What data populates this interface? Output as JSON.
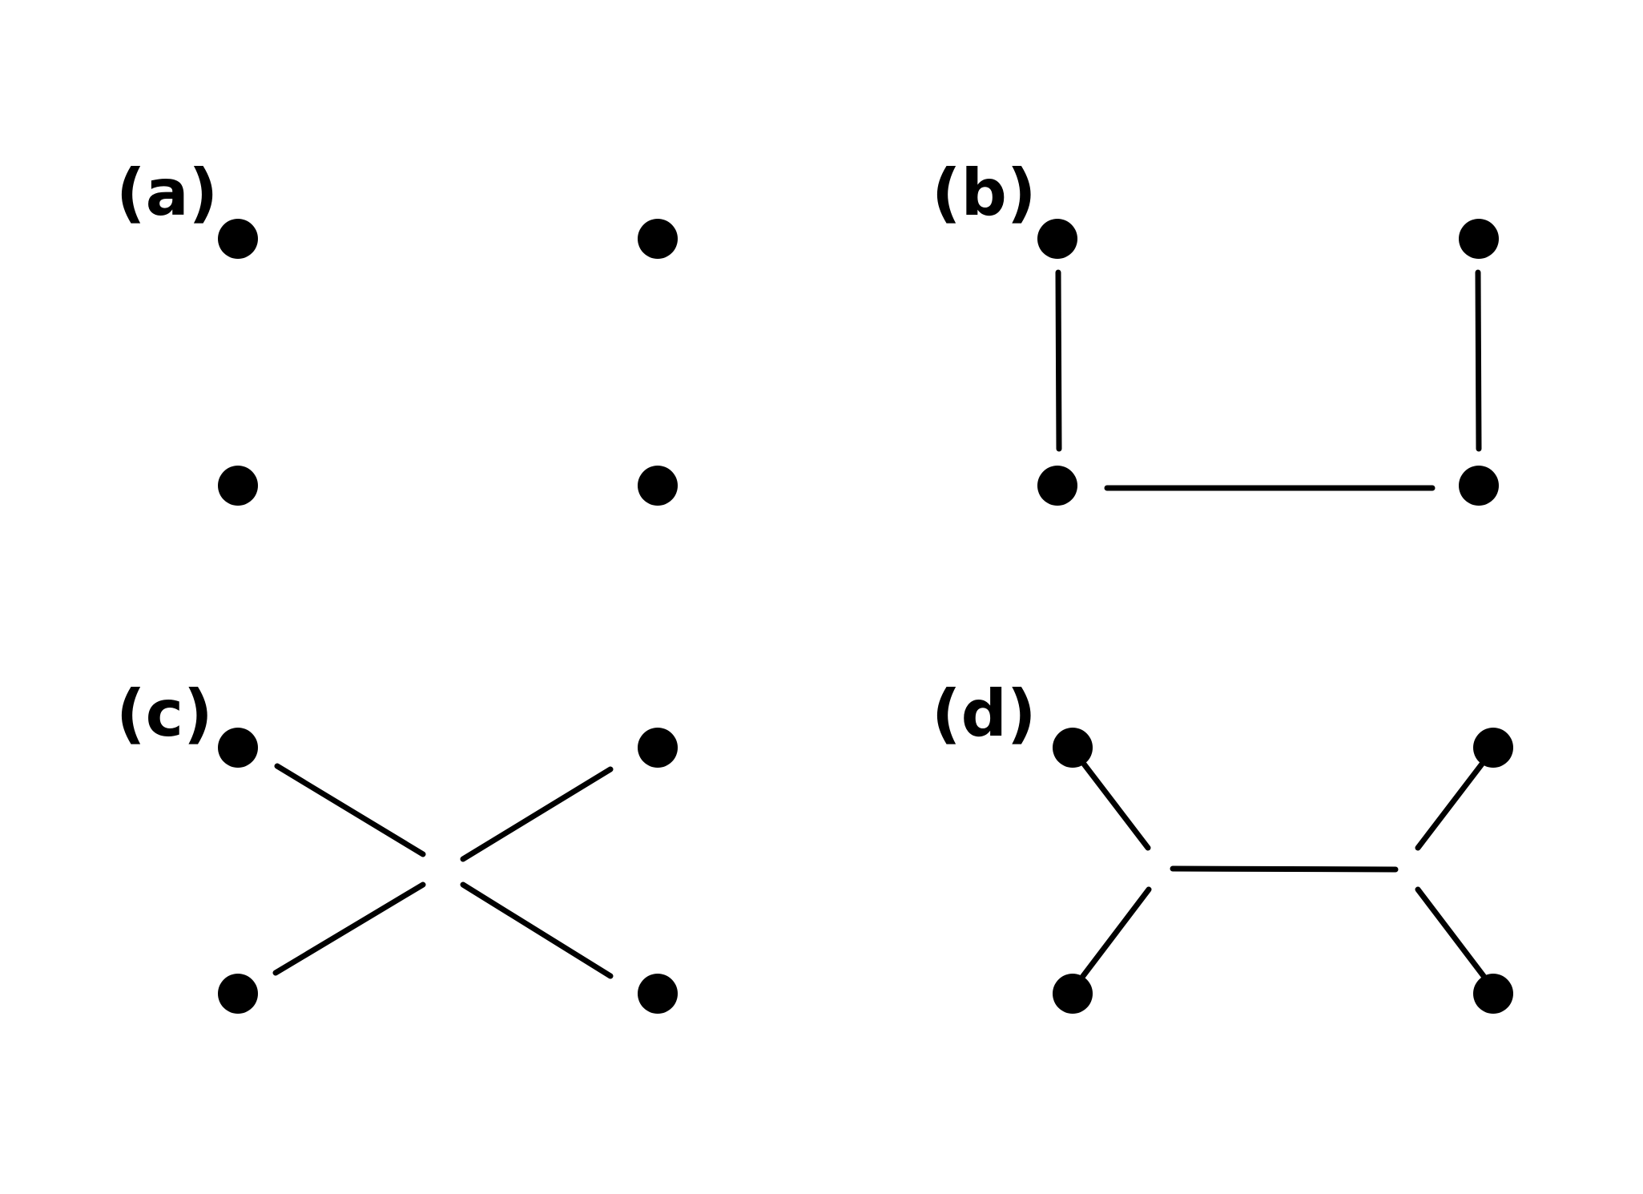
{
  "colors": {
    "ink": "#000000",
    "background": "#ffffff"
  },
  "panels": [
    {
      "id": "a",
      "label": "(a)"
    },
    {
      "id": "b",
      "label": "(b)"
    },
    {
      "id": "c",
      "label": "(c)"
    },
    {
      "id": "d",
      "label": "(d)"
    }
  ]
}
